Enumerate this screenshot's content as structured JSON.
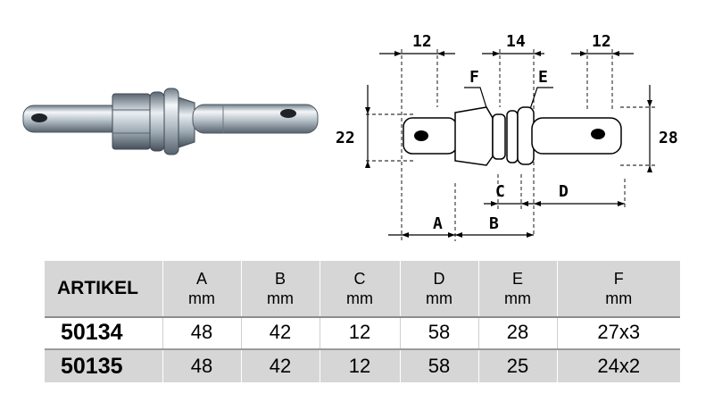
{
  "drawing": {
    "dims": {
      "top_left": "12",
      "top_mid": "14",
      "top_right": "12",
      "left_height": "22",
      "right_height": "28",
      "label_f": "F",
      "label_e": "E",
      "label_c": "C",
      "label_d": "D",
      "label_a": "A",
      "label_b": "B"
    }
  },
  "table": {
    "columns": [
      {
        "name": "ARTIKEL",
        "unit": ""
      },
      {
        "name": "A",
        "unit": "mm"
      },
      {
        "name": "B",
        "unit": "mm"
      },
      {
        "name": "C",
        "unit": "mm"
      },
      {
        "name": "D",
        "unit": "mm"
      },
      {
        "name": "E",
        "unit": "mm"
      },
      {
        "name": "F",
        "unit": "mm"
      }
    ],
    "rows": [
      [
        "50134",
        "48",
        "42",
        "12",
        "58",
        "28",
        "27x3"
      ],
      [
        "50135",
        "48",
        "42",
        "12",
        "58",
        "25",
        "24x2"
      ]
    ]
  },
  "colors": {
    "header_bg": "#d6d6d6",
    "row_alt_bg": "#d6d6d6",
    "metal_light": "#e8ecef",
    "metal_dark": "#7c8a96"
  }
}
